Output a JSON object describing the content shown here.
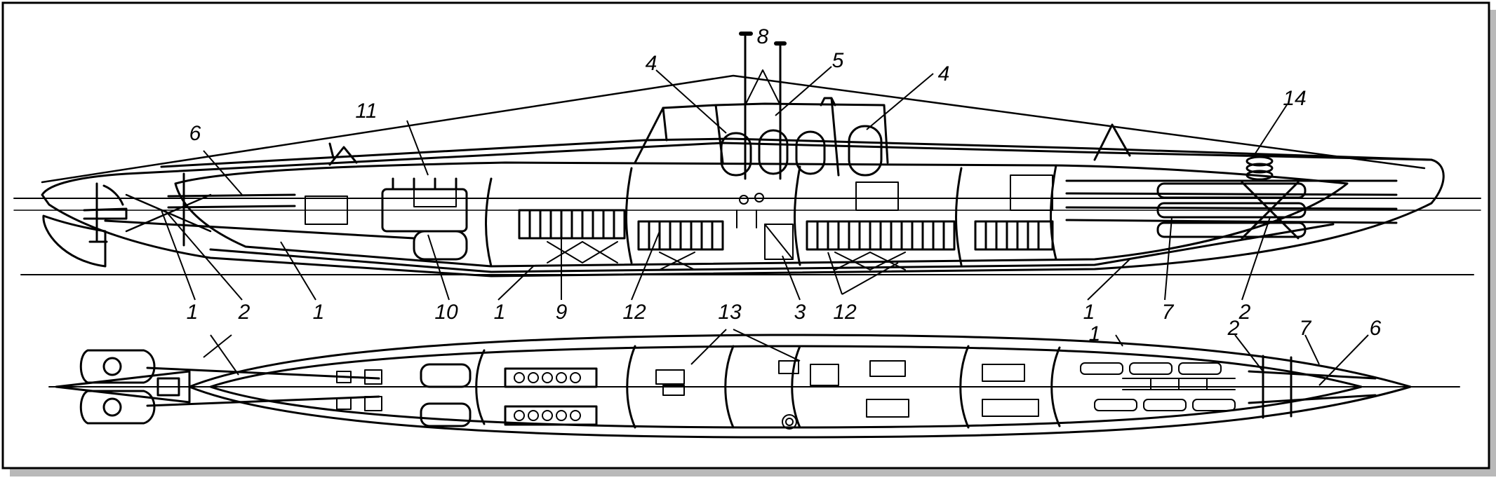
{
  "callouts": {
    "side": [
      "1",
      "2",
      "1",
      "10",
      "1",
      "9",
      "12",
      "3",
      "12",
      "1",
      "7",
      "2",
      "6",
      "11",
      "4",
      "5",
      "8",
      "4",
      "14"
    ],
    "plan": [
      "13",
      "1",
      "7",
      "6",
      "2"
    ]
  },
  "colors": {
    "line": "#000000",
    "background": "#ffffff",
    "frame_shadow": "#b9b9b9",
    "hatch": "#000000"
  }
}
